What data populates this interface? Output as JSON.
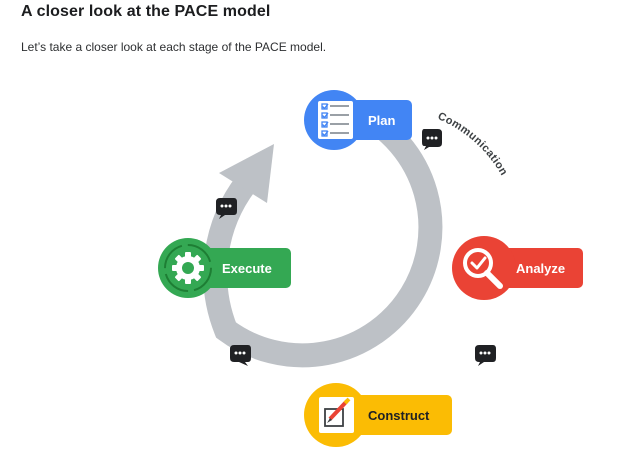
{
  "header": {
    "title": "A closer look at the PACE model",
    "intro": "Let’s take a closer look at each stage of the PACE model."
  },
  "diagram": {
    "ring_label": "Communication",
    "stages": {
      "plan": {
        "label": "Plan",
        "color": "#4285f4",
        "icon": "checklist-icon"
      },
      "analyze": {
        "label": "Analyze",
        "color": "#ea4335",
        "icon": "magnifier-check-icon"
      },
      "construct": {
        "label": "Construct",
        "color": "#fbbc04",
        "icon": "pencil-square-icon"
      },
      "execute": {
        "label": "Execute",
        "color": "#34a853",
        "icon": "gear-icon"
      }
    },
    "ring_color": "#bdc1c6",
    "chat_icon": "chat-bubble-icon"
  }
}
